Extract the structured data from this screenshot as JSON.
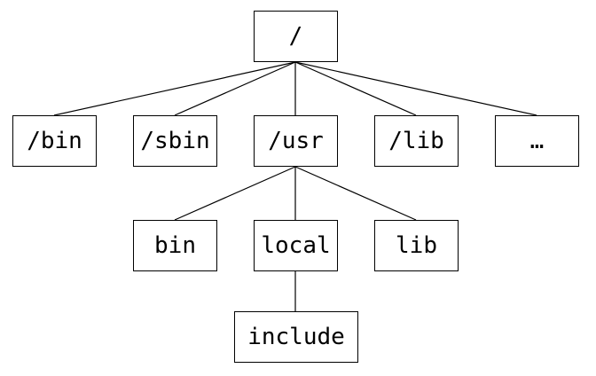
{
  "tree": {
    "root": "/",
    "level1": [
      "/bin",
      "/sbin",
      "/usr",
      "/lib",
      "…"
    ],
    "usr_children": [
      "bin",
      "local",
      "lib"
    ],
    "local_children": [
      "include"
    ]
  },
  "colors": {
    "line": "#000000",
    "box_border": "#000000",
    "background": "#ffffff"
  }
}
